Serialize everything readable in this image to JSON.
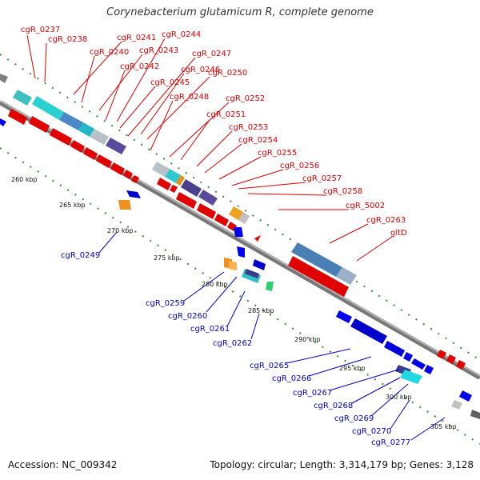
{
  "title": "Corynebacterium glutamicum R, complete genome",
  "footer": {
    "accession": "Accession: NC_009342",
    "topology": "Topology: circular; Length: 3,314,179 bp; Genes: 3,128"
  },
  "colors": {
    "forward_label": "#dd0000",
    "reverse_label": "#0000cc",
    "backbone": "#888888",
    "tick": "#2f8f2f"
  },
  "ruler": {
    "ticks": [
      "260 kbp",
      "265 kbp",
      "270 kbp",
      "275 kbp",
      "280 kbp",
      "285 kbp",
      "290 kbp",
      "295 kbp",
      "300 kbp",
      "305 kbp"
    ]
  },
  "forward_labels": [
    "cgR_0237",
    "cgR_0238",
    "cgR_0241",
    "cgR_0244",
    "cgR_0240",
    "cgR_0243",
    "cgR_0242",
    "cgR_0247",
    "cgR_0246",
    "cgR_0250",
    "cgR_0245",
    "cgR_0248",
    "cgR_0252",
    "cgR_0251",
    "cgR_0253",
    "cgR_0254",
    "cgR_0255",
    "cgR_0256",
    "cgR_0257",
    "cgR_0258",
    "cgR_5002",
    "cgR_0263",
    "gltD"
  ],
  "reverse_labels": [
    "cgR_0249",
    "cgR_0259",
    "cgR_0260",
    "cgR_0261",
    "cgR_0262",
    "cgR_0265",
    "cgR_0266",
    "cgR_0267",
    "cgR_0268",
    "cgR_0269",
    "cgR_0270",
    "cgR_0277"
  ]
}
